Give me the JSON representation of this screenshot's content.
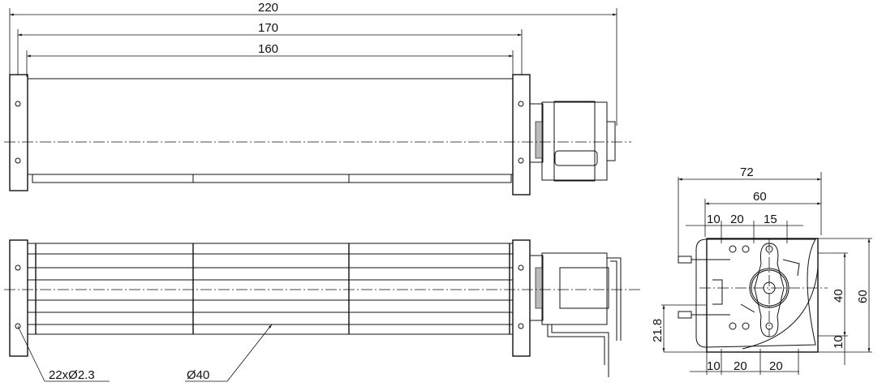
{
  "top_view": {
    "dim_overall": "220",
    "dim_housing": "170",
    "dim_impeller": "160"
  },
  "front_view": {
    "label_holes": "22xØ2.3",
    "label_diameter": "Ø40"
  },
  "side_view": {
    "dim_width_total": "72",
    "dim_width_body": "60",
    "dim_top_10": "10",
    "dim_top_20": "20",
    "dim_top_15": "15",
    "dim_bottom_10": "10",
    "dim_bottom_20a": "20",
    "dim_bottom_20b": "20",
    "dim_height_total": "60",
    "dim_height_40": "40",
    "dim_height_10": "10",
    "dim_height_21_8": "21.8"
  }
}
